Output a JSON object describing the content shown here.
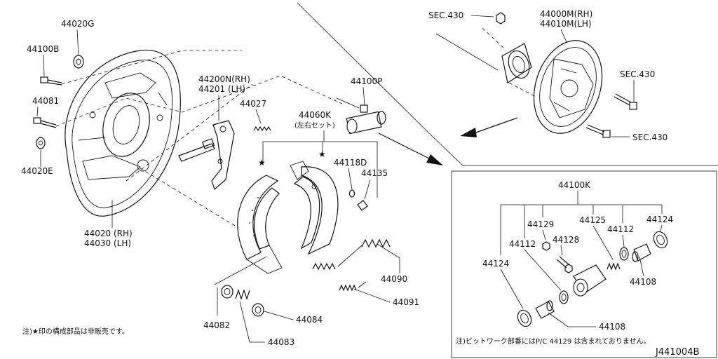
{
  "labels": {
    "p44020g": "44020G",
    "p44100b": "44100B",
    "p44081": "44081",
    "p44020e": "44020E",
    "p44020_rh": "44020 (RH)",
    "p44030_lh": "44030 (LH)",
    "p44200n_rh": "44200N(RH)",
    "p44201_lh": "44201  (LH)",
    "p44027": "44027",
    "p44060k": "44060K",
    "p44060k_set": "(左右セット)",
    "p44100p": "44100P",
    "p44118d": "44118D",
    "p44135": "44135",
    "p44090": "44090",
    "p44091": "44091",
    "p44082": "44082",
    "p44084": "44084",
    "p44083": "44083",
    "sec430_a": "SEC.430",
    "sec430_b": "SEC.430",
    "sec430_c": "SEC.430",
    "p44000m_rh": "44000M(RH)",
    "p44010m_lh": "44010M(LH)",
    "p44100k": "44100K",
    "p44129": "44129",
    "p44125": "44125",
    "p44124_r": "44124",
    "p44112_a": "44112",
    "p44128": "44128",
    "p44112_b": "44112",
    "p44124_l": "44124",
    "p44108_r": "44108",
    "p44108_b": "44108"
  },
  "notes": {
    "note_left": "注)★印の構成部品は非販売です。",
    "note_right": "注)ビットワーク部番にはP/C 44129 は含まれておりません。",
    "diagram_code": "J441004B"
  }
}
